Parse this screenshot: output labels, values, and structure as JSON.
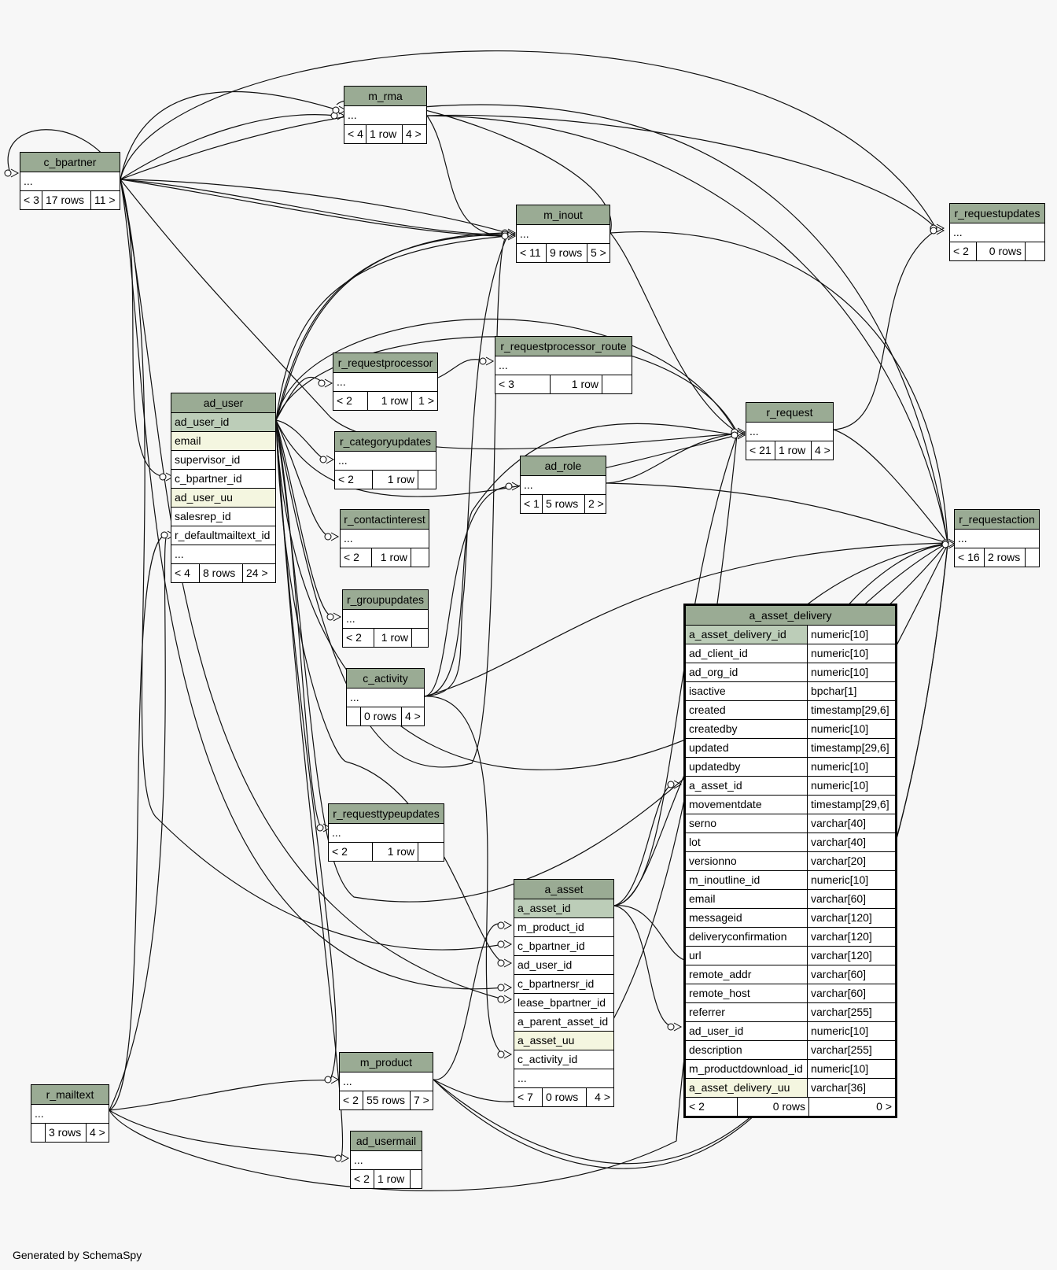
{
  "footer": "Generated by SchemaSpy",
  "tables": {
    "c_bpartner": {
      "name": "c_bpartner",
      "rows": [
        "..."
      ],
      "foot": [
        "< 3",
        "17 rows",
        "11 >"
      ]
    },
    "m_rma": {
      "name": "m_rma",
      "rows": [
        "..."
      ],
      "foot": [
        "< 4",
        "1 row",
        "4 >"
      ]
    },
    "m_inout": {
      "name": "m_inout",
      "rows": [
        "..."
      ],
      "foot": [
        "< 11",
        "9 rows",
        "5 >"
      ]
    },
    "r_requestupdates": {
      "name": "r_requestupdates",
      "rows": [
        "..."
      ],
      "foot": [
        "< 2",
        "0 rows",
        ""
      ]
    },
    "ad_user": {
      "name": "ad_user",
      "rows": [
        "ad_user_id",
        "email",
        "supervisor_id",
        "c_bpartner_id",
        "ad_user_uu",
        "salesrep_id",
        "r_defaultmailtext_id",
        "..."
      ],
      "foot": [
        "< 4",
        "8 rows",
        "24 >"
      ]
    },
    "r_requestprocessor": {
      "name": "r_requestprocessor",
      "rows": [
        "..."
      ],
      "foot": [
        "< 2",
        "1 row",
        "1 >"
      ]
    },
    "r_requestprocessor_route": {
      "name": "r_requestprocessor_route",
      "rows": [
        "..."
      ],
      "foot": [
        "< 3",
        "1 row",
        ""
      ]
    },
    "r_request": {
      "name": "r_request",
      "rows": [
        "..."
      ],
      "foot": [
        "< 21",
        "1 row",
        "4 >"
      ]
    },
    "r_categoryupdates": {
      "name": "r_categoryupdates",
      "rows": [
        "..."
      ],
      "foot": [
        "< 2",
        "1 row",
        ""
      ]
    },
    "ad_role": {
      "name": "ad_role",
      "rows": [
        "..."
      ],
      "foot": [
        "< 1",
        "5 rows",
        "2 >"
      ]
    },
    "r_contactinterest": {
      "name": "r_contactinterest",
      "rows": [
        "..."
      ],
      "foot": [
        "< 2",
        "1 row",
        ""
      ]
    },
    "r_requestaction": {
      "name": "r_requestaction",
      "rows": [
        "..."
      ],
      "foot": [
        "< 16",
        "2 rows",
        ""
      ]
    },
    "r_groupupdates": {
      "name": "r_groupupdates",
      "rows": [
        "..."
      ],
      "foot": [
        "< 2",
        "1 row",
        ""
      ]
    },
    "c_activity": {
      "name": "c_activity",
      "rows": [
        "..."
      ],
      "foot": [
        "",
        "0 rows",
        "4 >"
      ]
    },
    "r_requesttypeupdates": {
      "name": "r_requesttypeupdates",
      "rows": [
        "..."
      ],
      "foot": [
        "< 2",
        "1 row",
        ""
      ]
    },
    "a_asset": {
      "name": "a_asset",
      "rows": [
        "a_asset_id",
        "m_product_id",
        "c_bpartner_id",
        "ad_user_id",
        "c_bpartnersr_id",
        "lease_bpartner_id",
        "a_parent_asset_id",
        "a_asset_uu",
        "c_activity_id",
        "..."
      ],
      "foot": [
        "< 7",
        "0 rows",
        "4 >"
      ]
    },
    "m_product": {
      "name": "m_product",
      "rows": [
        "..."
      ],
      "foot": [
        "< 2",
        "55 rows",
        "7 >"
      ]
    },
    "r_mailtext": {
      "name": "r_mailtext",
      "rows": [
        "..."
      ],
      "foot": [
        "",
        "3 rows",
        "4 >"
      ]
    },
    "ad_usermail": {
      "name": "ad_usermail",
      "rows": [
        "..."
      ],
      "foot": [
        "< 2",
        "1 row",
        ""
      ]
    }
  },
  "focus": {
    "name": "a_asset_delivery",
    "columns": [
      [
        "a_asset_delivery_id",
        "numeric[10]"
      ],
      [
        "ad_client_id",
        "numeric[10]"
      ],
      [
        "ad_org_id",
        "numeric[10]"
      ],
      [
        "isactive",
        "bpchar[1]"
      ],
      [
        "created",
        "timestamp[29,6]"
      ],
      [
        "createdby",
        "numeric[10]"
      ],
      [
        "updated",
        "timestamp[29,6]"
      ],
      [
        "updatedby",
        "numeric[10]"
      ],
      [
        "a_asset_id",
        "numeric[10]"
      ],
      [
        "movementdate",
        "timestamp[29,6]"
      ],
      [
        "serno",
        "varchar[40]"
      ],
      [
        "lot",
        "varchar[40]"
      ],
      [
        "versionno",
        "varchar[20]"
      ],
      [
        "m_inoutline_id",
        "numeric[10]"
      ],
      [
        "email",
        "varchar[60]"
      ],
      [
        "messageid",
        "varchar[120]"
      ],
      [
        "deliveryconfirmation",
        "varchar[120]"
      ],
      [
        "url",
        "varchar[120]"
      ],
      [
        "remote_addr",
        "varchar[60]"
      ],
      [
        "remote_host",
        "varchar[60]"
      ],
      [
        "referrer",
        "varchar[255]"
      ],
      [
        "ad_user_id",
        "numeric[10]"
      ],
      [
        "description",
        "varchar[255]"
      ],
      [
        "m_productdownload_id",
        "numeric[10]"
      ],
      [
        "a_asset_delivery_uu",
        "varchar[36]"
      ]
    ],
    "foot": [
      "< 2",
      "0 rows",
      "0 >"
    ]
  }
}
